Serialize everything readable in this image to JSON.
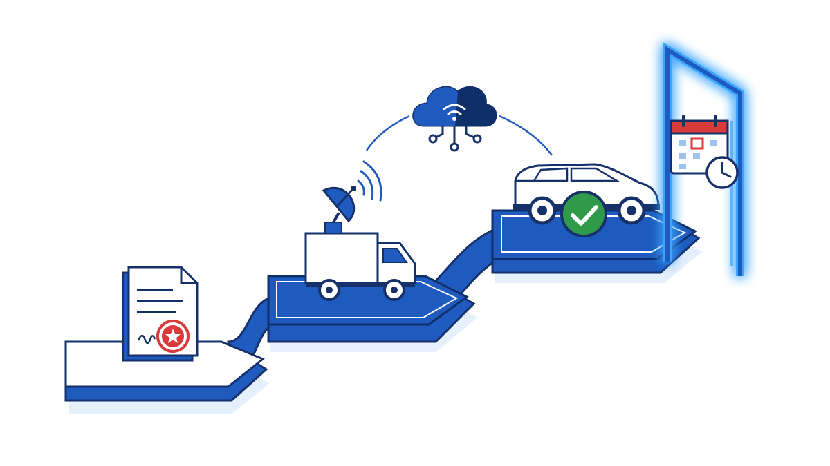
{
  "illustration": {
    "stages": [
      {
        "name": "signed-contract",
        "icon": "certificate-document-icon"
      },
      {
        "name": "delivery-truck-telemetry",
        "icon": "truck-satellite-icon"
      },
      {
        "name": "connected-cloud",
        "icon": "cloud-network-icon"
      },
      {
        "name": "verified-vehicle",
        "icon": "car-checkmark-icon"
      },
      {
        "name": "scheduled-exit",
        "icon": "calendar-clock-doorway-icon"
      }
    ],
    "colors": {
      "primary_blue": "#1f5bbf",
      "dark_navy": "#0f2f6b",
      "light_blue": "#dbe8fb",
      "glow_blue": "#3aa4ff",
      "accent_red": "#d93a3a",
      "check_green": "#2e9a4a",
      "outline": "#16306a"
    }
  }
}
